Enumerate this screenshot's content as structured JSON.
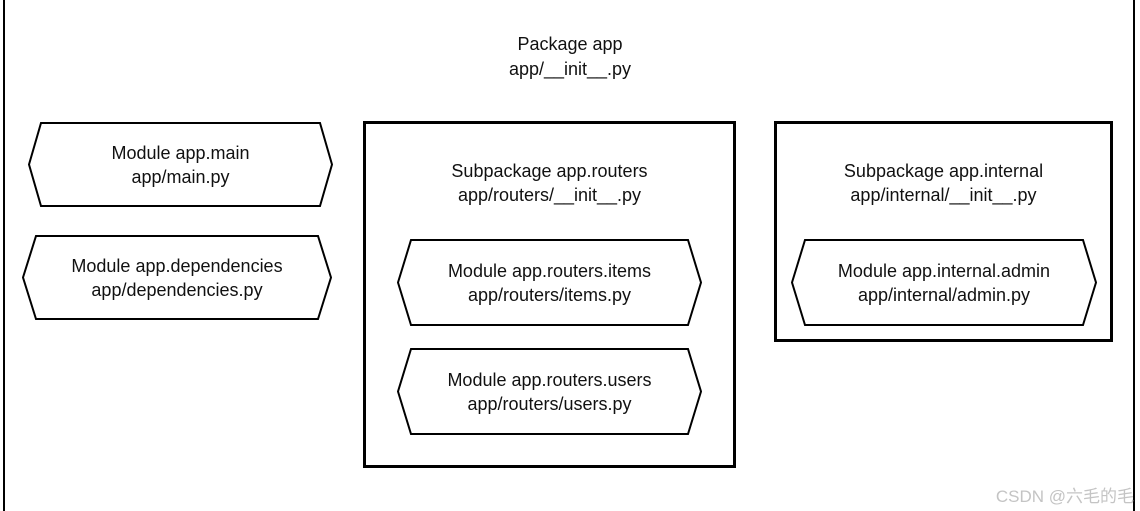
{
  "package": {
    "line1": "Package app",
    "line2": "app/__init__.py"
  },
  "modules": {
    "main": {
      "line1": "Module app.main",
      "line2": "app/main.py"
    },
    "dependencies": {
      "line1": "Module app.dependencies",
      "line2": "app/dependencies.py"
    }
  },
  "routers": {
    "line1": "Subpackage app.routers",
    "line2": "app/routers/__init__.py",
    "items": {
      "line1": "Module app.routers.items",
      "line2": "app/routers/items.py"
    },
    "users": {
      "line1": "Module app.routers.users",
      "line2": "app/routers/users.py"
    }
  },
  "internal": {
    "line1": "Subpackage app.internal",
    "line2": "app/internal/__init__.py",
    "admin": {
      "line1": "Module app.internal.admin",
      "line2": "app/internal/admin.py"
    }
  },
  "watermark": "CSDN @六毛的毛"
}
